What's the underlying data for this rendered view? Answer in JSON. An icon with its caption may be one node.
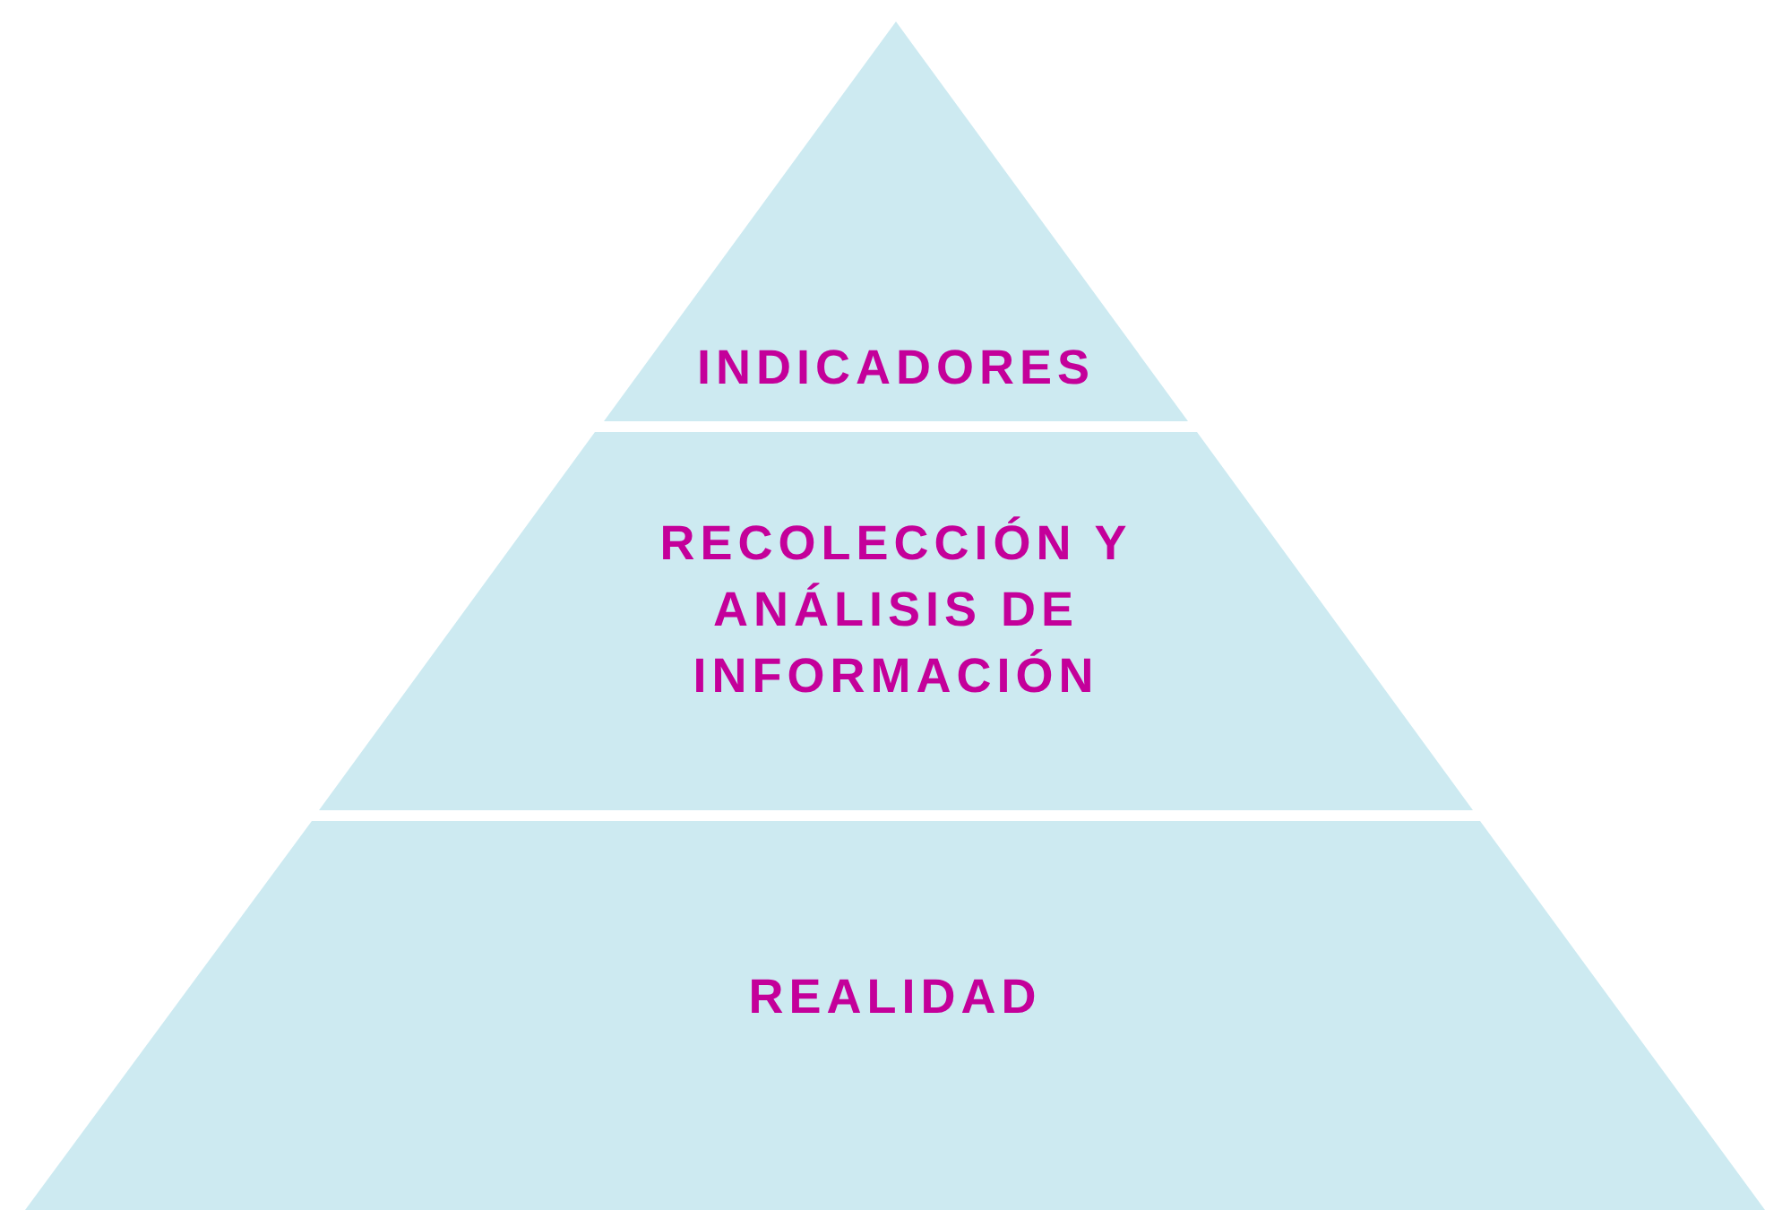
{
  "diagram": {
    "nodes": [
      {
        "text": [
          "INDICADORES"
        ]
      },
      {
        "text": [
          "RECOLECCIÓN Y ANÁLISIS DE INFORMACIÓN"
        ]
      },
      {
        "text": [
          "REALIDAD"
        ]
      }
    ]
  }
}
